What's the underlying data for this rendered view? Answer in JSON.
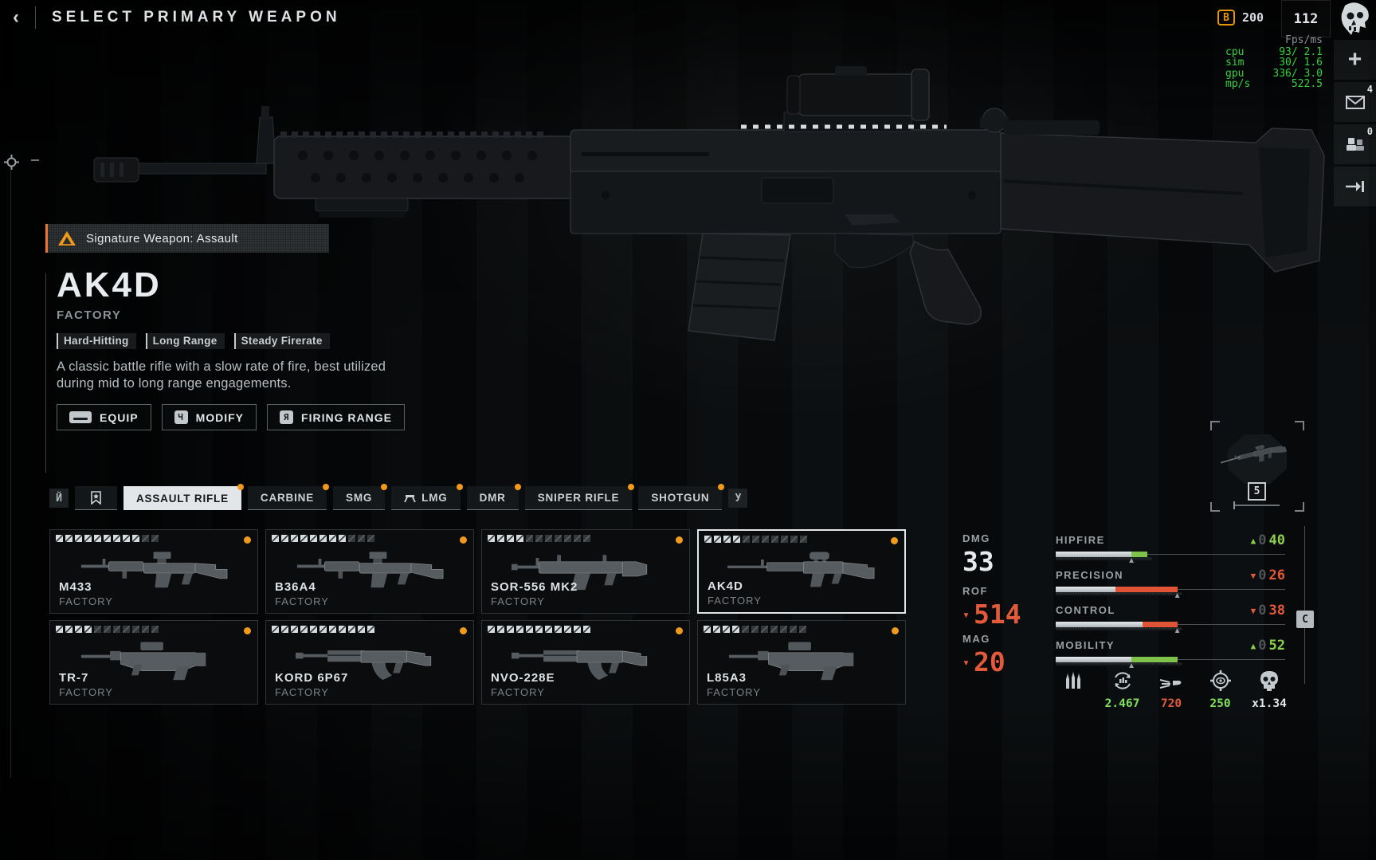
{
  "header": {
    "back_icon": "‹",
    "title": "SELECT PRIMARY WEAPON"
  },
  "topbar": {
    "currency": {
      "icon": "B",
      "value": "200"
    },
    "counter": "112",
    "perf": {
      "heading": "Fps/ms",
      "rows": [
        [
          "cpu",
          "93/ 2.1"
        ],
        [
          "sim",
          "30/ 1.6"
        ],
        [
          "gpu",
          "336/ 3.0"
        ],
        [
          "mp/s",
          "522.5"
        ]
      ]
    }
  },
  "side_rail": {
    "plus_label": "+",
    "mail_badge": "4",
    "party_badge": "0"
  },
  "weapon_info": {
    "signature_label": "Signature Weapon: Assault",
    "name": "AK4D",
    "variant": "FACTORY",
    "tags": [
      "Hard-Hitting",
      "Long Range",
      "Steady Firerate"
    ],
    "description": "A classic battle rifle with a slow rate of fire, best utilized during mid to long range engagements.",
    "buttons": {
      "equip": "EQUIP",
      "modify": "MODIFY",
      "firing_range": "FIRING RANGE"
    },
    "button_keys": {
      "modify": "Ч",
      "firing_range": "Я"
    }
  },
  "tabs": {
    "left_key": "Й",
    "right_key": "У",
    "items": [
      {
        "label": "ASSAULT RIFLE",
        "selected": true,
        "dot": true
      },
      {
        "label": "CARBINE",
        "selected": false,
        "dot": true
      },
      {
        "label": "SMG",
        "selected": false,
        "dot": true
      },
      {
        "label": "LMG",
        "selected": false,
        "dot": true
      },
      {
        "label": "DMR",
        "selected": false,
        "dot": true
      },
      {
        "label": "SNIPER RIFLE",
        "selected": false,
        "dot": true
      },
      {
        "label": "SHOTGUN",
        "selected": false,
        "dot": true
      }
    ]
  },
  "weapons": [
    {
      "name": "M433",
      "variant": "FACTORY",
      "pips_filled": 9,
      "pips_total": 11,
      "dot": true,
      "selected": false,
      "shape": "ar"
    },
    {
      "name": "B36A4",
      "variant": "FACTORY",
      "pips_filled": 8,
      "pips_total": 11,
      "dot": true,
      "selected": false,
      "shape": "ar"
    },
    {
      "name": "SOR-556 MK2",
      "variant": "FACTORY",
      "pips_filled": 4,
      "pips_total": 11,
      "dot": true,
      "selected": false,
      "shape": "scar"
    },
    {
      "name": "AK4D",
      "variant": "FACTORY",
      "pips_filled": 4,
      "pips_total": 11,
      "dot": true,
      "selected": true,
      "shape": "br"
    },
    {
      "name": "TR-7",
      "variant": "FACTORY",
      "pips_filled": 4,
      "pips_total": 11,
      "dot": true,
      "selected": false,
      "shape": "bullpup"
    },
    {
      "name": "KORD 6P67",
      "variant": "FACTORY",
      "pips_filled": 11,
      "pips_total": 11,
      "dot": true,
      "selected": false,
      "shape": "ak"
    },
    {
      "name": "NVO-228E",
      "variant": "FACTORY",
      "pips_filled": 11,
      "pips_total": 11,
      "dot": true,
      "selected": false,
      "shape": "ak"
    },
    {
      "name": "L85A3",
      "variant": "FACTORY",
      "pips_filled": 4,
      "pips_total": 11,
      "dot": true,
      "selected": false,
      "shape": "bullpup"
    }
  ],
  "stats": {
    "primary": [
      {
        "label": "DMG",
        "value": "33",
        "change": "none"
      },
      {
        "label": "ROF",
        "value": "514",
        "change": "down"
      },
      {
        "label": "MAG",
        "value": "20",
        "change": "down"
      }
    ],
    "bars": [
      {
        "label": "HIPFIRE",
        "pad": "0",
        "value": "40",
        "change": "up",
        "fill_pct": 33,
        "delta_pct": 7,
        "marker_pct": 33
      },
      {
        "label": "PRECISION",
        "pad": "0",
        "value": "26",
        "change": "down",
        "fill_pct": 26,
        "delta_pct": 27,
        "marker_pct": 53
      },
      {
        "label": "CONTROL",
        "pad": "0",
        "value": "38",
        "change": "down",
        "fill_pct": 38,
        "delta_pct": 15,
        "marker_pct": 53
      },
      {
        "label": "MOBILITY",
        "pad": "0",
        "value": "52",
        "change": "up",
        "fill_pct": 33,
        "delta_pct": 20,
        "marker_pct": 33
      }
    ]
  },
  "ballistics": [
    {
      "icon": "ammo-icon",
      "value": "",
      "color": "white"
    },
    {
      "icon": "reload-time-icon",
      "value": "2.467",
      "color": "green"
    },
    {
      "icon": "muzzle-velocity-icon",
      "value": "720",
      "color": "red"
    },
    {
      "icon": "zero-distance-icon",
      "value": "250",
      "color": "green"
    },
    {
      "icon": "damage-multiplier-icon",
      "value": "x1.34",
      "color": "white"
    }
  ],
  "slot_preview": {
    "key": "5"
  },
  "collapse_key": "C",
  "colors": {
    "accent_orange": "#f29a18",
    "stat_red": "#e25a3a",
    "stat_green": "#8cd04a",
    "perf_green": "#35d23c"
  }
}
